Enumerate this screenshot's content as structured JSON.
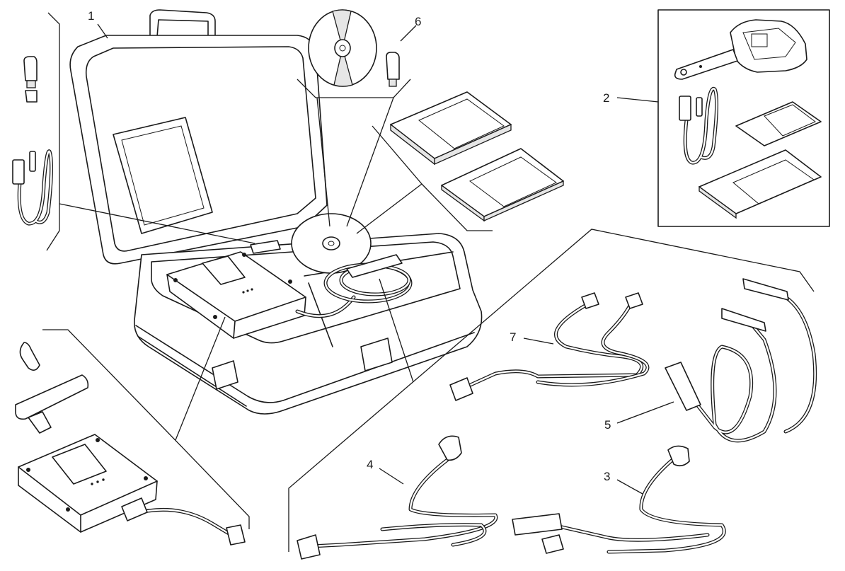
{
  "diagram": {
    "type": "exploded parts illustration",
    "subject": "diagnostic tool kit in carrying case",
    "callouts": [
      {
        "id": "1",
        "label": "1",
        "part": "carrying-case"
      },
      {
        "id": "2",
        "label": "2",
        "part": "handheld-key-unit-kit"
      },
      {
        "id": "3",
        "label": "3",
        "part": "adapter-cable-3"
      },
      {
        "id": "4",
        "label": "4",
        "part": "adapter-cable-4"
      },
      {
        "id": "5",
        "label": "5",
        "part": "battery-clamp-cable"
      },
      {
        "id": "6",
        "label": "6",
        "part": "cd-and-usb-key"
      },
      {
        "id": "7",
        "label": "7",
        "part": "dual-connector-cable"
      }
    ],
    "colors": {
      "line": "#1a1a1a",
      "background": "#ffffff"
    }
  }
}
